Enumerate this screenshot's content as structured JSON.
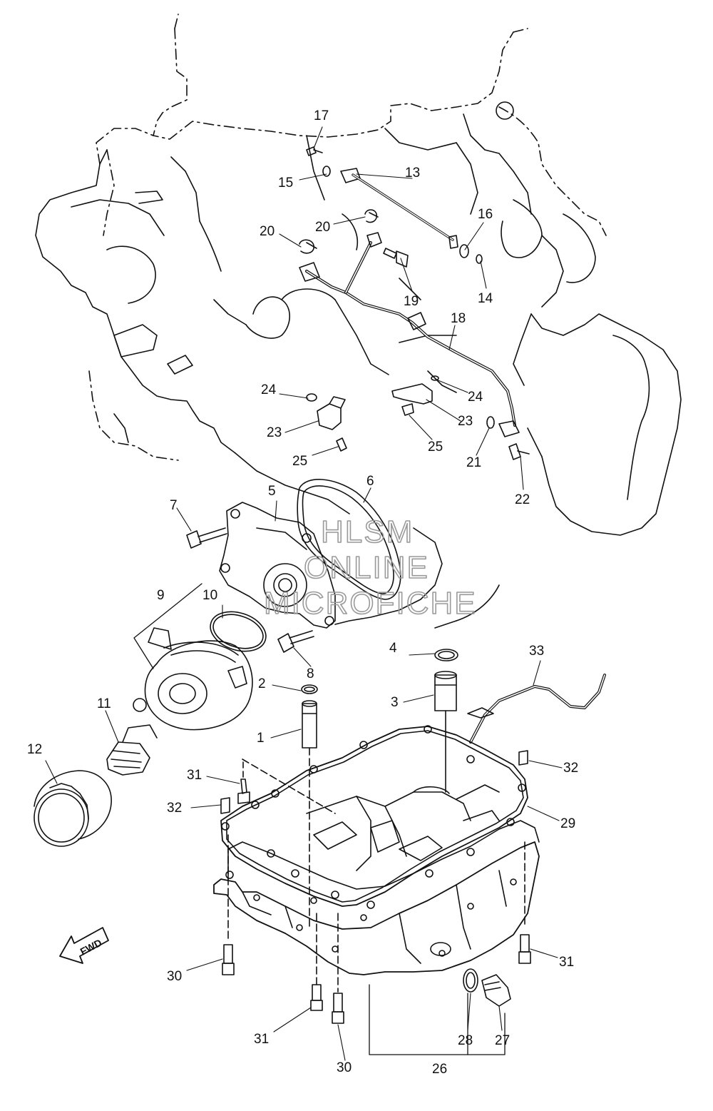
{
  "diagram": {
    "part_numbers": {
      "p1": "1",
      "p2": "2",
      "p3": "3",
      "p4": "4",
      "p5": "5",
      "p6": "6",
      "p7": "7",
      "p8": "8",
      "p9": "9",
      "p10": "10",
      "p11": "11",
      "p12": "12",
      "p13": "13",
      "p14": "14",
      "p15": "15",
      "p16": "16",
      "p17": "17",
      "p18": "18",
      "p19": "19",
      "p20a": "20",
      "p20b": "20",
      "p21": "21",
      "p22": "22",
      "p23a": "23",
      "p23b": "23",
      "p24a": "24",
      "p24b": "24",
      "p25a": "25",
      "p25b": "25",
      "p26": "26",
      "p27": "27",
      "p28": "28",
      "p29": "29",
      "p30a": "30",
      "p30b": "30",
      "p31a": "31",
      "p31b": "31",
      "p31c": "31",
      "p32a": "32",
      "p32b": "32",
      "p33": "33"
    },
    "watermark": {
      "line1": "HLSM",
      "line2": "ONLINE",
      "line3": "MICROFICHE"
    },
    "fwd_label": "FWD"
  }
}
